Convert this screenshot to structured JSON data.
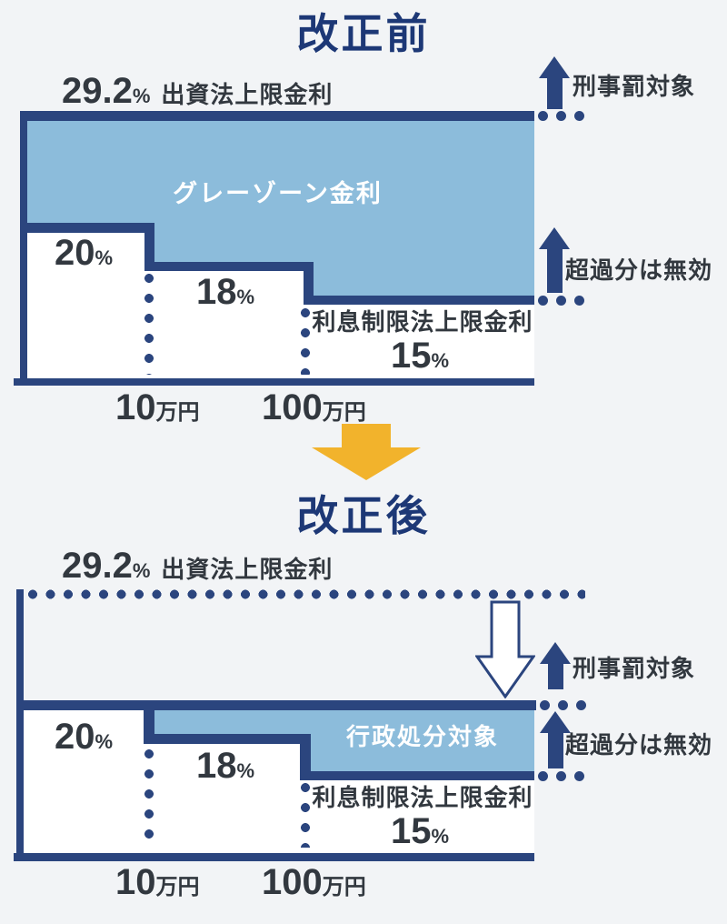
{
  "colors": {
    "background": "#f2f4f6",
    "navy_shapes": "#2b457e",
    "navy_title": "#1d3876",
    "light_blue": "#8cbcdb",
    "dark_text": "#32383f",
    "yellow_arrow": "#f2b32c",
    "white": "#ffffff"
  },
  "chart_data": [
    {
      "type": "area",
      "title": "改正前",
      "x_tick_labels": [
        "10万円",
        "100万円"
      ],
      "series": [
        {
          "name": "出資法上限金利",
          "values": [
            29.2,
            29.2,
            29.2
          ]
        },
        {
          "name": "利息制限法上限金利",
          "values": [
            20,
            18,
            15
          ]
        }
      ],
      "zone_label": "グレーゾーン金利",
      "annotations": [
        "刑事罰対象",
        "超過分は無効"
      ]
    },
    {
      "type": "area",
      "title": "改正後",
      "x_tick_labels": [
        "10万円",
        "100万円"
      ],
      "series": [
        {
          "name": "出資法上限金利",
          "values": [
            29.2,
            29.2,
            29.2
          ]
        },
        {
          "name": "利息制限法上限金利",
          "values": [
            20,
            18,
            15
          ]
        }
      ],
      "zone_label": "行政処分対象",
      "annotations": [
        "刑事罰対象",
        "超過分は無効"
      ]
    }
  ],
  "before": {
    "title": "改正前",
    "cap": {
      "value": "29.2",
      "unit": "%",
      "label": "出資法上限金利"
    },
    "zone_label": "グレーゾーン金利",
    "annotation_criminal": "刑事罰対象",
    "annotation_excess": "超過分は無効",
    "steps": [
      {
        "value": "20",
        "unit": "%"
      },
      {
        "value": "18",
        "unit": "%"
      },
      {
        "value": "15",
        "unit": "%"
      }
    ],
    "limit_label": "利息制限法上限金利",
    "x_ticks": [
      {
        "value": "10",
        "unit": "万円"
      },
      {
        "value": "100",
        "unit": "万円"
      }
    ]
  },
  "after": {
    "title": "改正後",
    "cap": {
      "value": "29.2",
      "unit": "%",
      "label": "出資法上限金利"
    },
    "zone_label": "行政処分対象",
    "annotation_criminal": "刑事罰対象",
    "annotation_excess": "超過分は無効",
    "steps": [
      {
        "value": "20",
        "unit": "%"
      },
      {
        "value": "18",
        "unit": "%"
      },
      {
        "value": "15",
        "unit": "%"
      }
    ],
    "limit_label": "利息制限法上限金利",
    "x_ticks": [
      {
        "value": "10",
        "unit": "万円"
      },
      {
        "value": "100",
        "unit": "万円"
      }
    ]
  }
}
